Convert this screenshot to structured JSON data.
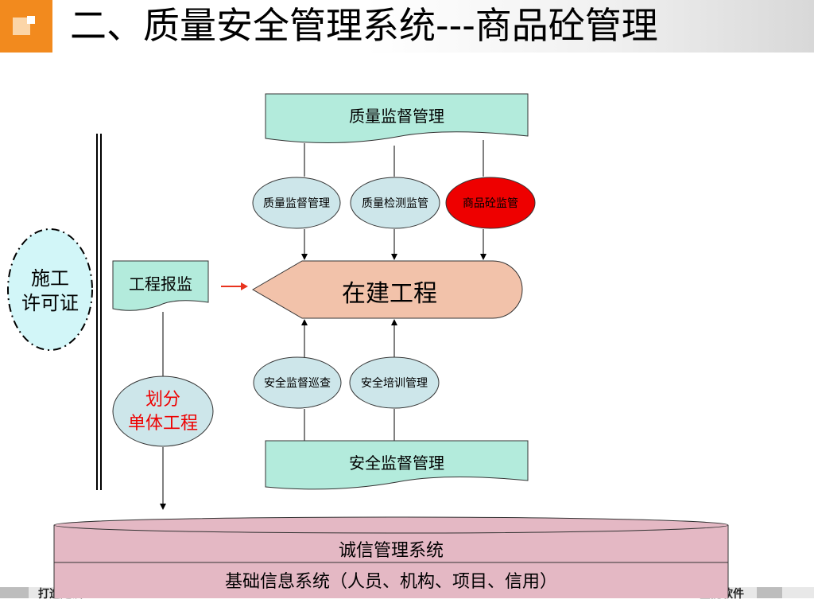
{
  "header": {
    "title": "二、质量安全管理系统---商品砼管理"
  },
  "diagram": {
    "top_doc": "质量监督管理",
    "ellipses_top": [
      "质量监督管理",
      "质量检测监管",
      "商品砼监管"
    ],
    "center": "在建工程",
    "ellipses_bottom": [
      "安全监督巡查",
      "安全培训管理"
    ],
    "bottom_doc": "安全监督管理",
    "permit": [
      "施工",
      "许可证"
    ],
    "report_doc": "工程报监",
    "divide": [
      "划分",
      "单体工程"
    ],
    "db_top": "诚信管理系统",
    "db_bottom": "基础信息系统（人员、机构、项目、信用）"
  },
  "footer": {
    "left": "打造建设",
    "right": "全能软件"
  },
  "colors": {
    "accent_orange": "#f28a1e",
    "doc_fill": "#b3ebdc",
    "ellipse_fill": "#cde6ea",
    "highlight_red": "#ee0000",
    "center_fill": "#f2c2aa",
    "db_fill": "#e4b8c4",
    "arrow_red": "#e8331e"
  }
}
